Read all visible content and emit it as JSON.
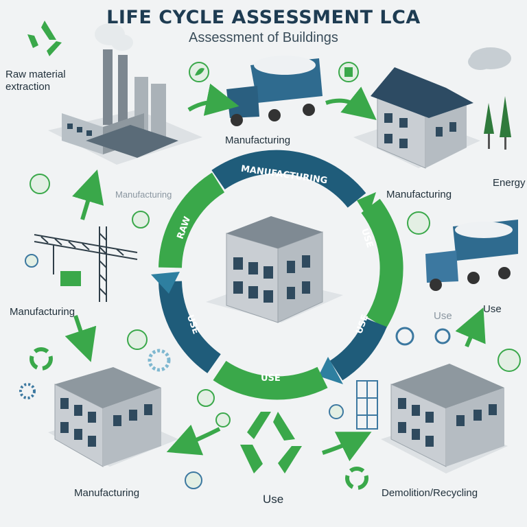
{
  "header": {
    "title": "LIFE CYCLE ASSESSMENT LCA",
    "subtitle": "Assessment of Buildings"
  },
  "labels": {
    "raw_material": "Raw material\nextraction",
    "manufacturing_top": "Manufacturing",
    "manufacturing_left_faint": "Manufacturing",
    "manufacturing_left": "Manufacturing",
    "manufacturing_right": "Manufacturing",
    "energy_right": "Energy",
    "use_right_faint": "Use",
    "use_right": "Use",
    "manufacturing_bottom": "Manufacturing",
    "use_bottom": "Use",
    "demolition": "Demolition/Recycling"
  },
  "ring": {
    "segment_top": "MANUFACTURING",
    "segment_right": "USE",
    "segment_left": "RAW",
    "segment_lower_left": "USE",
    "segment_lower_right": "USE",
    "segment_bottom": "USE"
  },
  "colors": {
    "green": "#3aa84a",
    "teal": "#1f5c7a",
    "building": "#c9ced3",
    "window": "#2f4a5e",
    "roof": "#2d4b63"
  },
  "icons": [
    "recycle-icon",
    "leaf-icon",
    "gear-icon",
    "truck-icon",
    "crane-icon",
    "factory-icon",
    "house-icon",
    "tree-icon",
    "cloud-icon",
    "scaffold-icon"
  ]
}
